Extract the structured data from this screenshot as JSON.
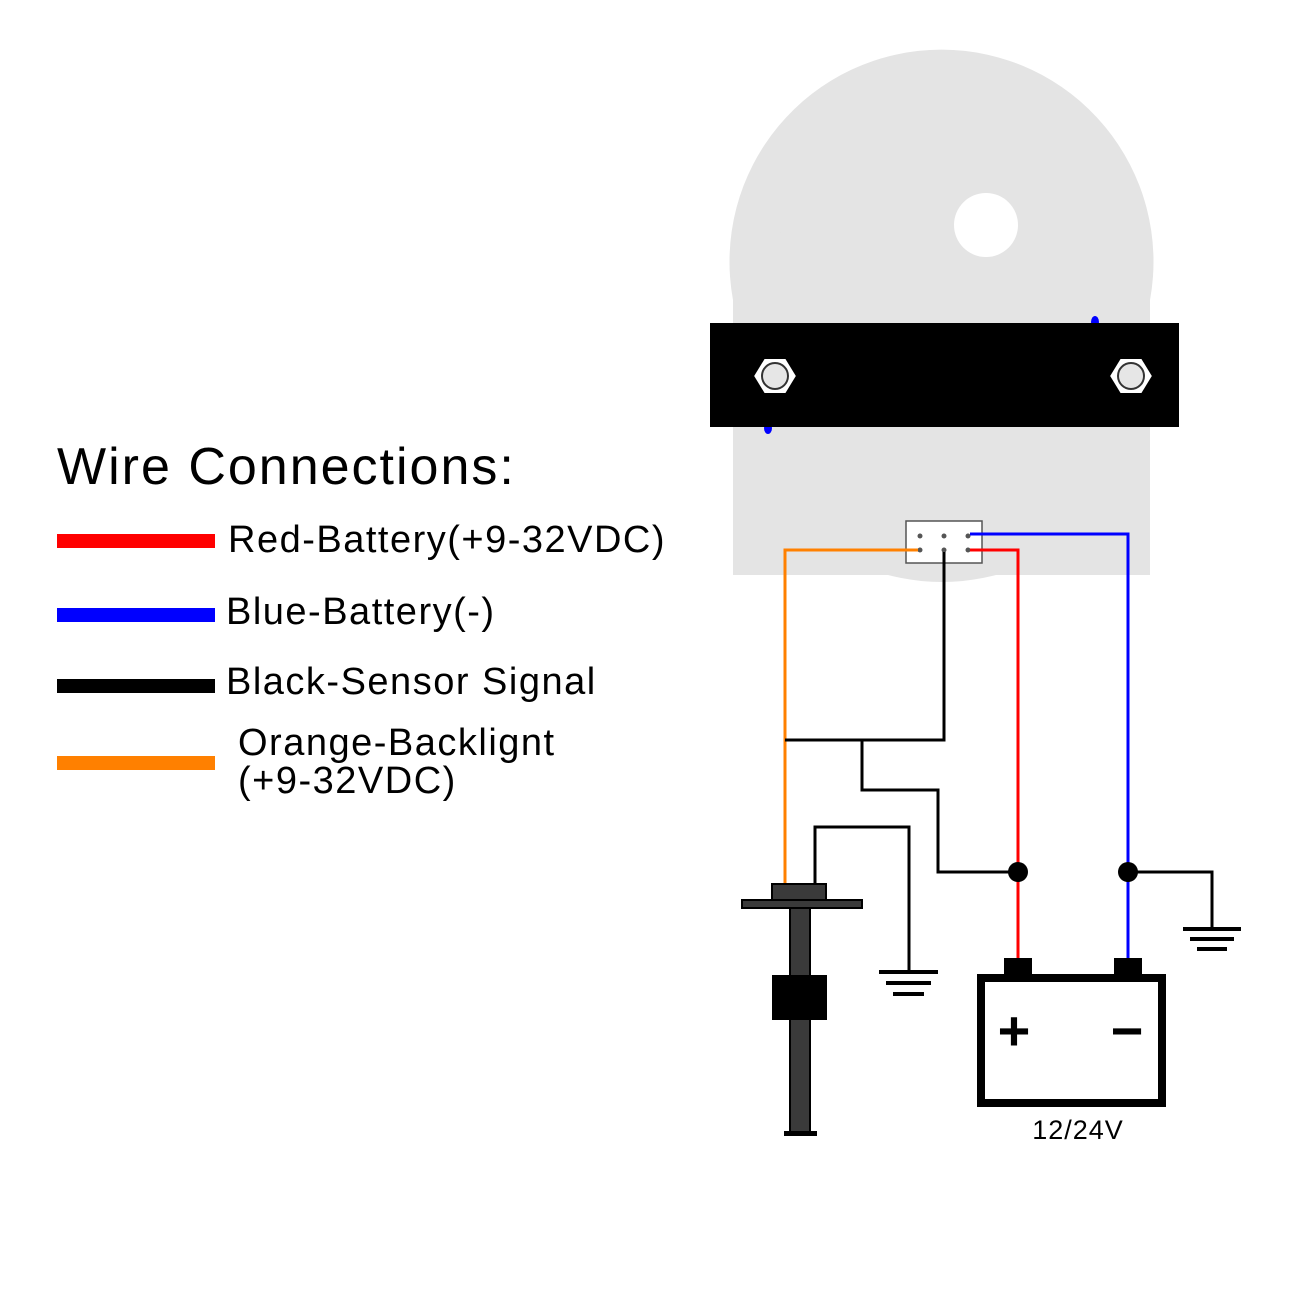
{
  "title": "Wire Connections:",
  "legend": [
    {
      "label": "Red-Battery(+9-32VDC)",
      "color": "#ff0000"
    },
    {
      "label": "Blue-Battery(-)",
      "color": "#0000ff"
    },
    {
      "label": "Black-Sensor Signal",
      "color": "#000000"
    },
    {
      "label": "Orange-Backlignt",
      "label_line2": "(+9-32VDC)",
      "color": "#ff8000"
    }
  ],
  "battery": {
    "plus": "+",
    "minus": "−",
    "voltage": "12/24V"
  },
  "colors": {
    "gauge_body": "#e4e4e4",
    "bracket": "#000000",
    "sensor": "#3a3a3a"
  }
}
